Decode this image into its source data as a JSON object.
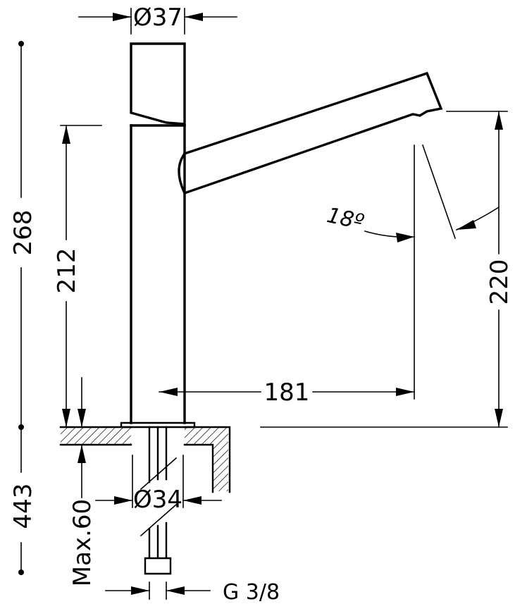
{
  "dimensions": {
    "top_diameter": "Ø37",
    "body_height": "212",
    "total_height": "268",
    "below_counter": "443",
    "spout_height": "220",
    "spout_reach": "181",
    "spout_angle": "18º",
    "base_diameter": "Ø34",
    "max_counter": "Max.60",
    "thread": "G 3/8"
  }
}
